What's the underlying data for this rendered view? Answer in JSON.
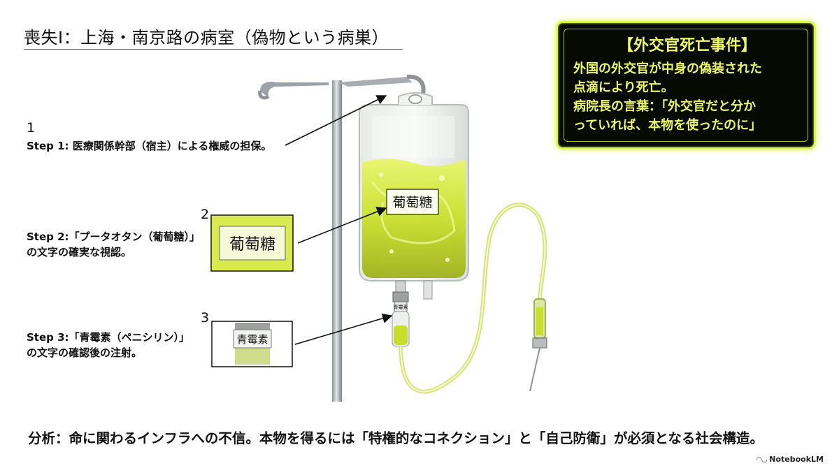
{
  "title": "喪失Ⅰ：上海・南京路の病室（偽物という病巣）",
  "steps": [
    {
      "number": "1",
      "line1": "Step 1: 医療関係幹部（宿主）による権威の担保。",
      "line2": ""
    },
    {
      "number": "2",
      "line1": "Step 2:「プータオタン（葡萄糖）」",
      "line2": "の文字の確実な視認。"
    },
    {
      "number": "3",
      "line1": "Step 3:「青霉素（ペニシリン）」",
      "line2": "の文字の確認後の注射。"
    }
  ],
  "labels": {
    "glucose": "葡萄糖",
    "penicillin": "青霉素"
  },
  "callout": {
    "heading": "【外交官死亡事件】",
    "lines": [
      "外国の外交官が中身の偽装された",
      "点滴により死亡。",
      "病院長の言葉：「外交官だと分か",
      "っていれば、本物を使ったのに」"
    ]
  },
  "analysis": "分析：命に関わるインフラへの不信。本物を得るには「特権的なコネクション」と「自己防衛」が必須となる社会構造。",
  "brand": {
    "icon": "notebooklm-logo-icon",
    "text": "NotebookLM"
  },
  "colors": {
    "accent": "#d9f74a",
    "fluid": "#c6df2a",
    "callout_bg": "#060a00"
  }
}
